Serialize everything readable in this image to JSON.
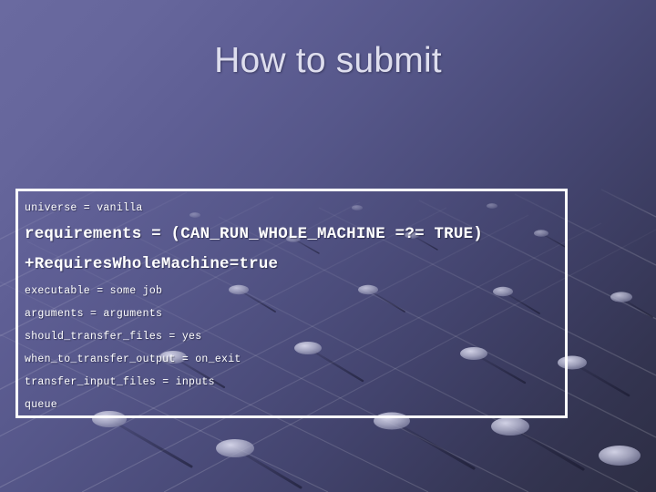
{
  "slide": {
    "title": "How to submit",
    "background": {
      "gradient_from": "#6a6aa0",
      "gradient_to": "#2d2e44",
      "motif": "3d-network-mesh"
    },
    "title_color": "#dedeee",
    "box_border_color": "#ffffff",
    "code_text_color": "#ffffff"
  },
  "code_block": {
    "lines": [
      {
        "text": "universe = vanilla",
        "emphasis": "small"
      },
      {
        "text": "requirements = (CAN_RUN_WHOLE_MACHINE =?= TRUE)",
        "emphasis": "big"
      },
      {
        "text": "+RequiresWholeMachine=true",
        "emphasis": "big"
      },
      {
        "text": "executable = some job",
        "emphasis": "small"
      },
      {
        "text": "arguments = arguments",
        "emphasis": "small"
      },
      {
        "text": "should_transfer_files = yes",
        "emphasis": "small"
      },
      {
        "text": "when_to_transfer_output = on_exit",
        "emphasis": "small"
      },
      {
        "text": "transfer_input_files = inputs",
        "emphasis": "small"
      },
      {
        "text": "queue",
        "emphasis": "small"
      }
    ]
  }
}
